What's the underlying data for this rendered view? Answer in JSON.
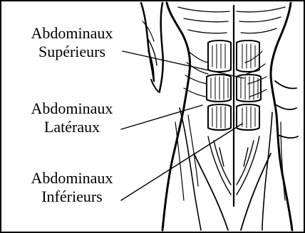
{
  "labels": {
    "superior": {
      "line1": "Abdominaux",
      "line2": "Supérieurs"
    },
    "lateral": {
      "line1": "Abdominaux",
      "line2": "Latéraux"
    },
    "inferior": {
      "line1": "Abdominaux",
      "line2": "Inférieurs"
    }
  },
  "colors": {
    "ink": "#000000",
    "paper": "#ffffff"
  }
}
